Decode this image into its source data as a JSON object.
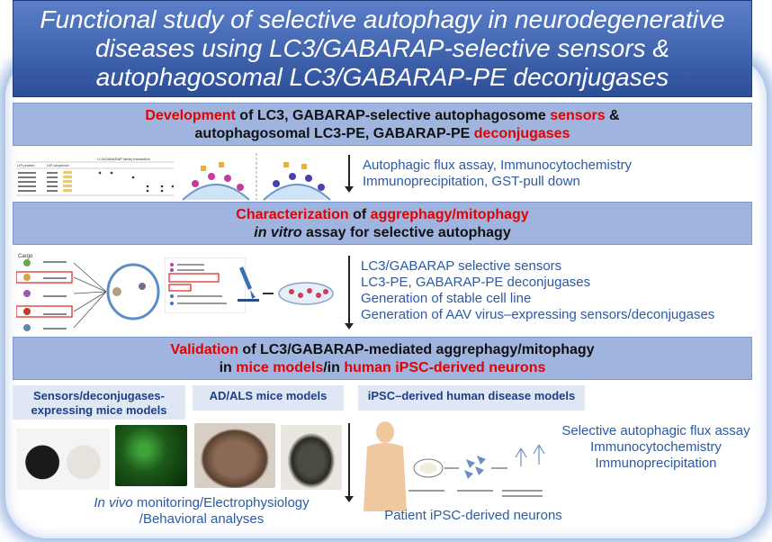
{
  "title": {
    "line1": "Functional study of selective autophagy in neurodegenerative",
    "line2": "diseases using LC3/GABARAP-selective sensors &",
    "line3": "autophagosomal LC3/GABARAP-PE deconjugases"
  },
  "section1": {
    "line1_a": "Development",
    "line1_b": " of LC3, GABARAP-selective autophagosome ",
    "line1_c": "sensors",
    "line1_d": " &",
    "line2_a": "autophagosomal LC3-PE, GABARAP-PE ",
    "line2_b": "deconjugases",
    "table_header": "LC3/GABARAP family interaction",
    "col_lir_protein": "LIR protein",
    "col_lir_sequence": "LIR sequence",
    "items": [
      "Autophagic flux assay, Immunocytochemistry",
      "Immunoprecipitation,  GST-pull down"
    ]
  },
  "section2": {
    "line1_a": "Characterization",
    "line1_b": " of ",
    "line1_c": "aggrephagy/mitophagy",
    "line2_a": "in vitro",
    "line2_b": " assay for selective autophagy",
    "cargo_label": "Cargo",
    "items": [
      "LC3/GABARAP selective sensors",
      "LC3-PE, GABARAP-PE deconjugases",
      "Generation of stable cell line",
      "Generation of AAV virus–expressing sensors/deconjugases"
    ]
  },
  "section3": {
    "line1_a": "Validation",
    "line1_b": " of LC3/GABARAP-mediated aggrephagy/mitophagy",
    "line2_a": "in ",
    "line2_b": "mice models",
    "line2_c": "/in ",
    "line2_d": "human iPSC-derived neurons",
    "box1": "Sensors/deconjugases-expressing mice models",
    "box2": "AD/ALS mice models",
    "box3": "iPSC–derived  human disease models",
    "caption_left_a": "In vivo",
    "caption_left_b": " monitoring/Electrophysiology",
    "caption_left_c": "/Behavioral analyses",
    "caption_mid": "Patient iPSC-derived neurons",
    "items": [
      "Selective autophagic flux assay",
      "Immunocytochemistry",
      "Immunoprecipitation"
    ]
  }
}
